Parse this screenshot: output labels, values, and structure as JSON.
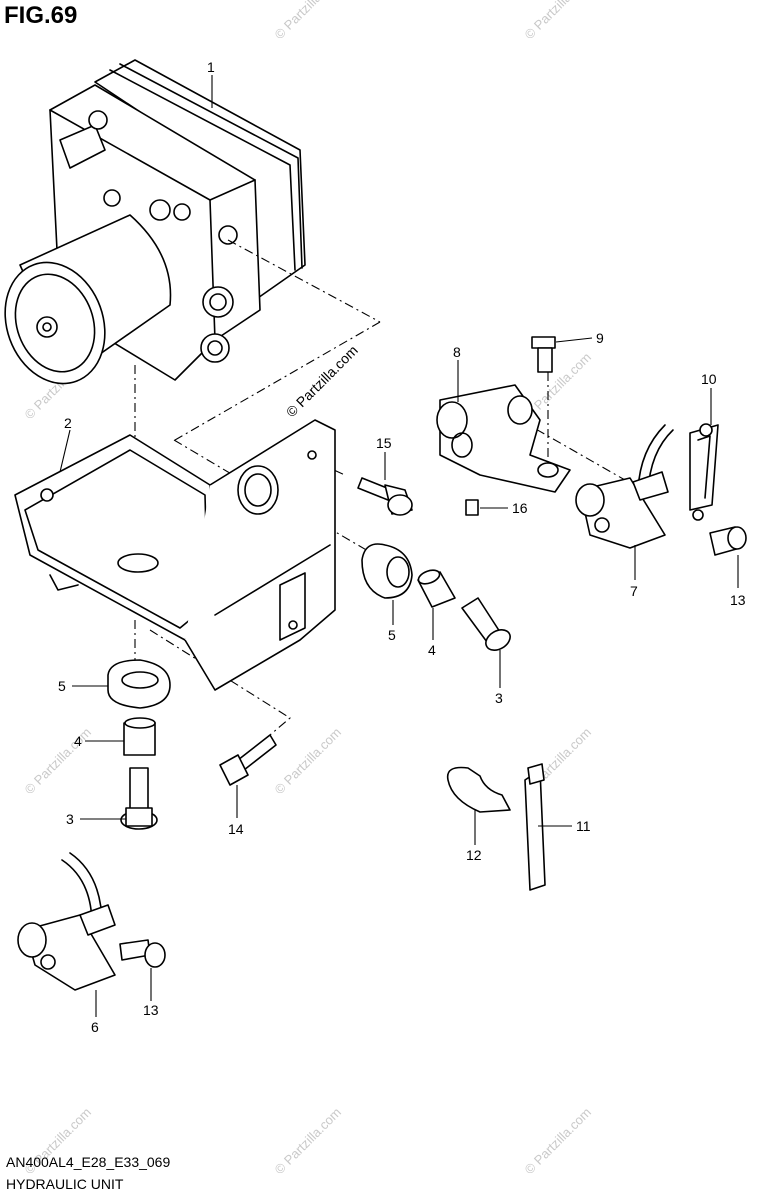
{
  "figure": {
    "title": "FIG.69",
    "code": "AN400AL4_E28_E33_069",
    "name": "HYDRAULIC UNIT"
  },
  "watermark": {
    "text": "© Partzilla.com"
  },
  "callouts": [
    {
      "id": "c1",
      "label": "1"
    },
    {
      "id": "c2",
      "label": "2"
    },
    {
      "id": "c3a",
      "label": "3"
    },
    {
      "id": "c3b",
      "label": "3"
    },
    {
      "id": "c4a",
      "label": "4"
    },
    {
      "id": "c4b",
      "label": "4"
    },
    {
      "id": "c5a",
      "label": "5"
    },
    {
      "id": "c5b",
      "label": "5"
    },
    {
      "id": "c6",
      "label": "6"
    },
    {
      "id": "c7",
      "label": "7"
    },
    {
      "id": "c8",
      "label": "8"
    },
    {
      "id": "c9",
      "label": "9"
    },
    {
      "id": "c10",
      "label": "10"
    },
    {
      "id": "c11",
      "label": "11"
    },
    {
      "id": "c12",
      "label": "12"
    },
    {
      "id": "c13a",
      "label": "13"
    },
    {
      "id": "c13b",
      "label": "13"
    },
    {
      "id": "c14",
      "label": "14"
    },
    {
      "id": "c15",
      "label": "15"
    },
    {
      "id": "c16",
      "label": "16"
    }
  ]
}
